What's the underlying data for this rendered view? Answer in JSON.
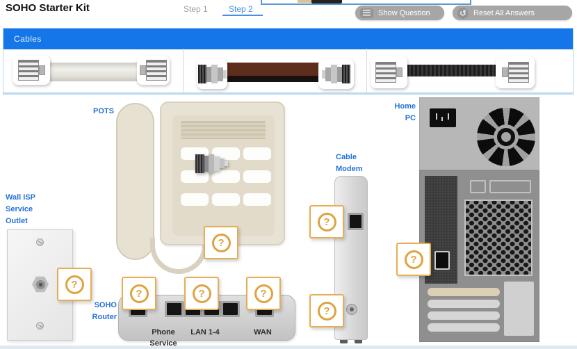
{
  "header": {
    "title": "SOHO Starter Kit",
    "steps": [
      {
        "label": "Step 1"
      },
      {
        "label": "Step 2"
      }
    ],
    "active_step": "Step 2",
    "show_question_label": "Show Question",
    "reset_all_label": "Reset All Answers",
    "reset_icon_glyph": "↺"
  },
  "palette": {
    "title": "Cables",
    "items": [
      {
        "name": "telephone-cable"
      },
      {
        "name": "coaxial-cable"
      },
      {
        "name": "ethernet-cable"
      }
    ]
  },
  "devices": {
    "pots_phone": {
      "label": "POTS"
    },
    "wall_outlet": {
      "label_lines": [
        "Wall ISP",
        "Service",
        "Outlet"
      ]
    },
    "soho_router": {
      "label_lines": [
        "SOHO",
        "Router"
      ],
      "port_labels": {
        "phone_line1": "Phone",
        "phone_line2": "Service",
        "lan": "LAN 1-4",
        "wan": "WAN"
      }
    },
    "cable_modem": {
      "label_lines": [
        "Cable",
        "Modem"
      ]
    },
    "home_pc": {
      "label_lines": [
        "Home",
        "PC"
      ]
    }
  },
  "drop_target_glyph": "?",
  "colors": {
    "toolbar_blue": "#1476e8",
    "label_blue": "#2472d8",
    "active_step_blue": "#4a90e2",
    "drop_target_orange": "#dda43f"
  }
}
